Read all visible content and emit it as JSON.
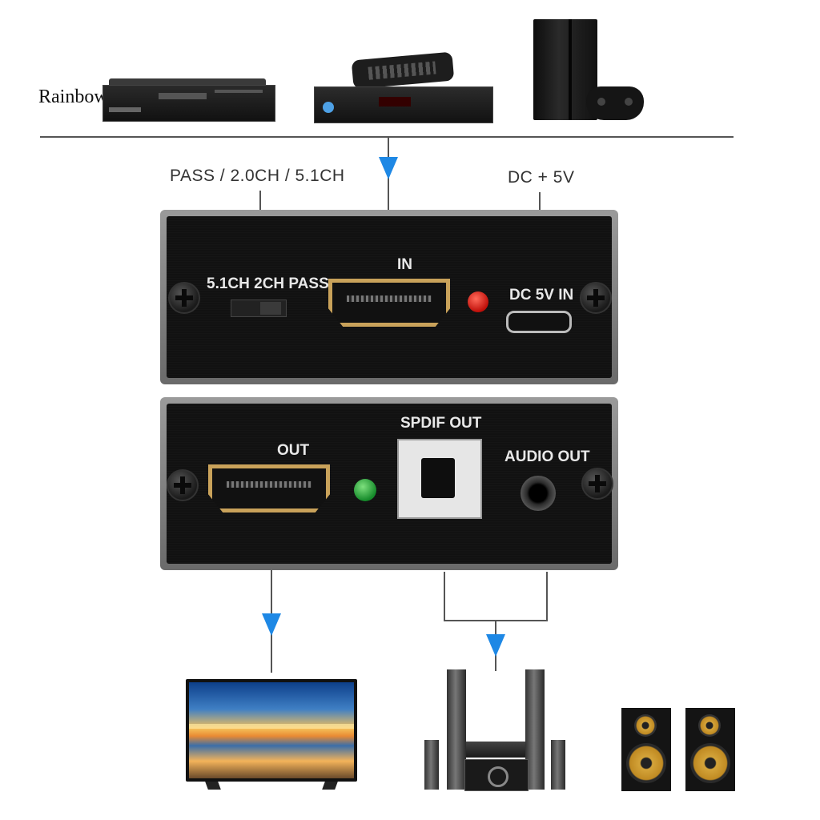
{
  "watermark": "Rainbowsuit",
  "top_labels": {
    "mode_label": "PASS / 2.0CH / 5.1CH",
    "power_label": "DC + 5V"
  },
  "input_panel": {
    "switch_label": "5.1CH 2CH PASS",
    "hdmi_in_label": "IN",
    "power_in_label": "DC 5V IN",
    "led_color": "#e0201a"
  },
  "output_panel": {
    "hdmi_out_label": "OUT",
    "spdif_label": "SPDIF OUT",
    "audio_out_label": "AUDIO OUT",
    "led_color": "#22b03a"
  },
  "sources": [
    "dvd-player",
    "set-top-box-with-remote",
    "game-console-with-controller"
  ],
  "outputs": [
    "television",
    "home-theater-system",
    "bookshelf-speakers"
  ],
  "colors": {
    "arrow": "#1e88e5",
    "hdmi_gold": "#c9a25a"
  }
}
